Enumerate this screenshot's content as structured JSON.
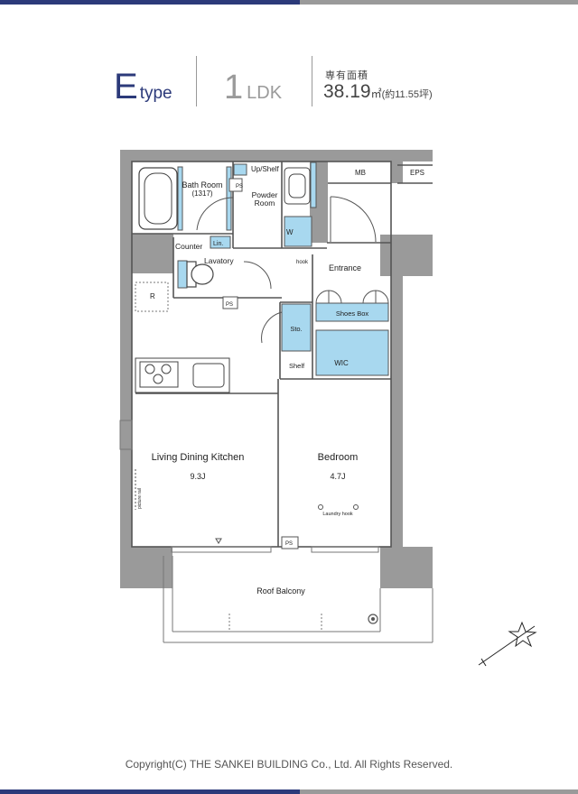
{
  "header": {
    "type_letter": "E",
    "type_word": "type",
    "ldk_number": "1",
    "ldk_word": "LDK",
    "area_label": "専有面積",
    "area_value": "38.19",
    "area_unit": "㎡",
    "area_tsubo": "(約11.55坪)"
  },
  "rooms": {
    "bath_room": "Bath Room",
    "bath_size": "(1317)",
    "ps": "PS",
    "up_shelf": "Up/Shelf",
    "powder_room_1": "Powder",
    "powder_room_2": "Room",
    "w": "W",
    "mb": "MB",
    "eps": "EPS",
    "counter": "Counter",
    "lin": "Lin.",
    "lavatory": "Lavatory",
    "hook": "hook",
    "entrance": "Entrance",
    "r": "R",
    "shoes_box": "Shoes Box",
    "sto": "Sto.",
    "shelf": "Shelf",
    "wic": "WIC",
    "ldk_name": "Living Dining Kitchen",
    "ldk_size": "9.3J",
    "bedroom": "Bedroom",
    "bedroom_size": "4.7J",
    "laundry_hook": "Laundry hook",
    "picture_rail": "picture rail",
    "roof_balcony": "Roof Balcony"
  },
  "colors": {
    "accent": "#2c3a7a",
    "wall": "#9a9a9a",
    "fixture_blue": "#a8d8ef"
  },
  "footer": {
    "copyright": "Copyright(C) THE SANKEI BUILDING Co., Ltd. All Rights Reserved."
  }
}
